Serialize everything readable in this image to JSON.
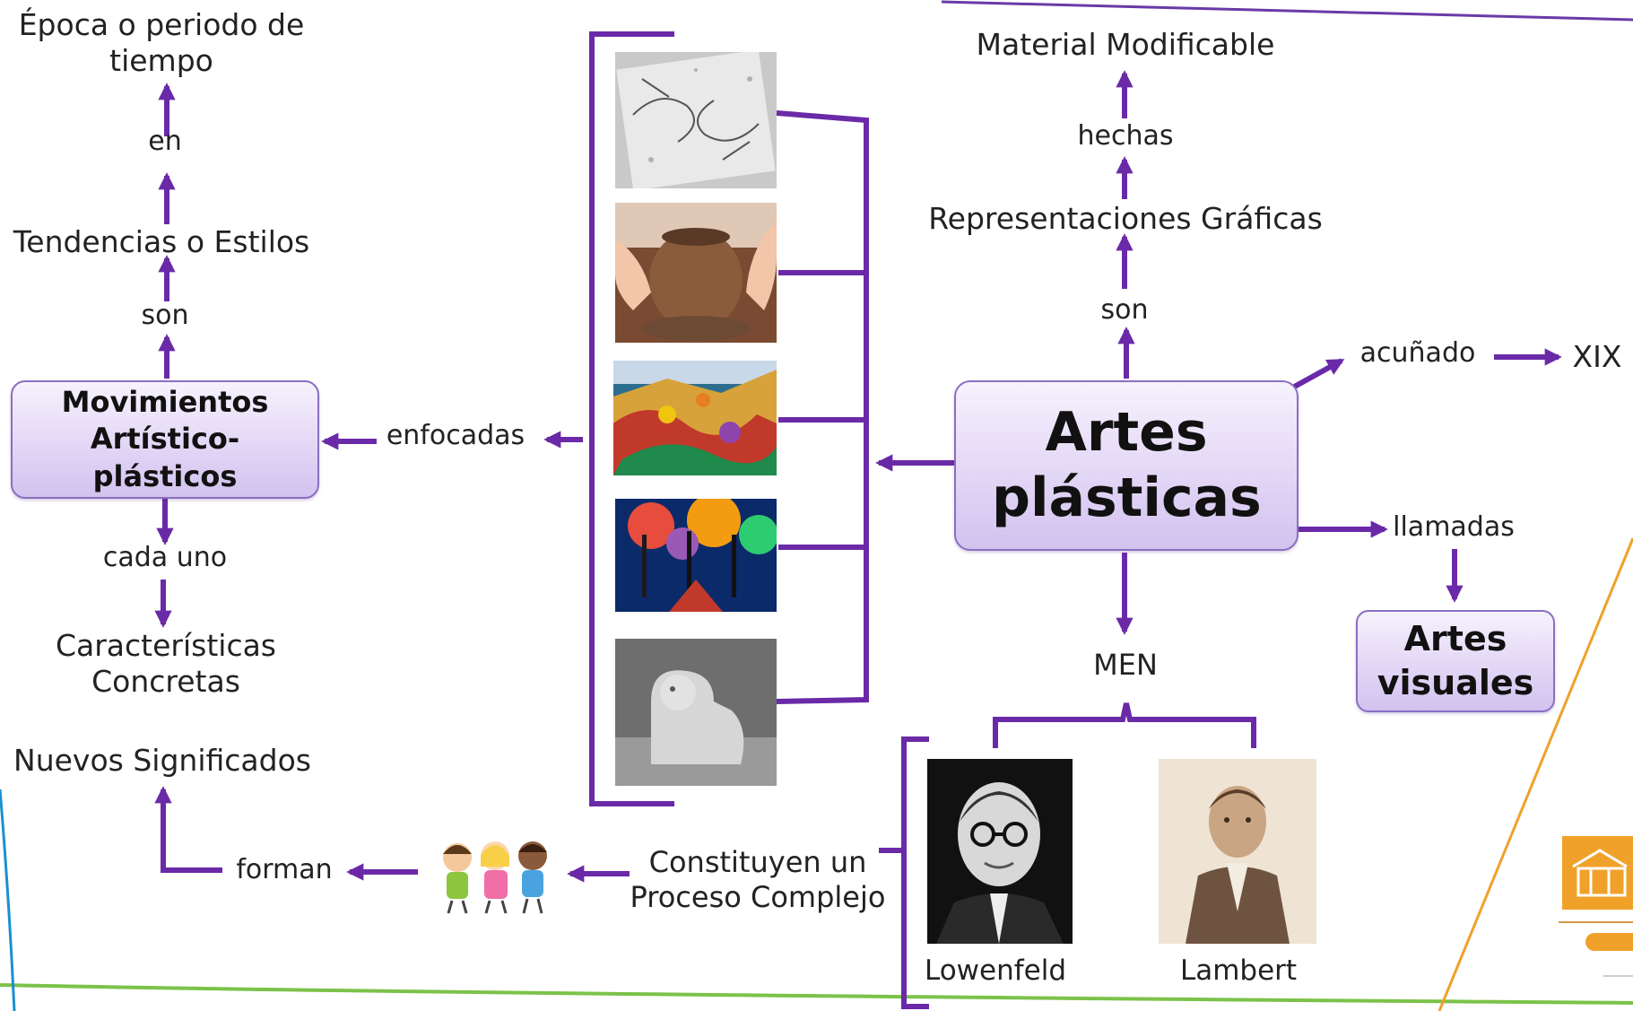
{
  "nodes": {
    "artes_plasticas": "Artes plásticas",
    "movimientos": "Movimientos Artístico-plásticos",
    "artes_visuales": "Artes visuales",
    "epoca": "Época o periodo de tiempo",
    "tendencias": "Tendencias o Estilos",
    "caracteristicas": "Características Concretas",
    "nuevos_significados": "Nuevos Significados",
    "material": "Material Modificable",
    "representaciones": "Representaciones Gráficas",
    "xix": "XIX",
    "men": "MEN",
    "proceso": "Constituyen un Proceso Complejo",
    "lowenfeld": "Lowenfeld",
    "lambert": "Lambert"
  },
  "connectors": {
    "en": "en",
    "son_left": "son",
    "cada_uno": "cada uno",
    "enfocadas": "enfocadas",
    "forman": "forman",
    "hechas": "hechas",
    "son_right": "son",
    "acunado": "acuñado",
    "llamadas": "llamadas"
  },
  "images": [
    {
      "name": "escher-drawing-hands-image"
    },
    {
      "name": "pottery-hands-image"
    },
    {
      "name": "colorful-mural-image"
    },
    {
      "name": "autumn-forest-painting-image"
    },
    {
      "name": "stone-lion-sculpture-image"
    },
    {
      "name": "children-group-image"
    },
    {
      "name": "lowenfeld-portrait-image"
    },
    {
      "name": "lambert-portrait-image"
    },
    {
      "name": "university-logo-icon"
    }
  ],
  "colors": {
    "arrow": "#6a2aa8",
    "box_border": "#8a6fc0",
    "box_fill_top": "#f6f2fd",
    "box_fill_bottom": "#d2c2ef",
    "line_green": "#7cc24a",
    "line_purple_top": "#6a3aa8",
    "line_orange": "#f0a12a",
    "line_blue": "#1a8fd0"
  }
}
